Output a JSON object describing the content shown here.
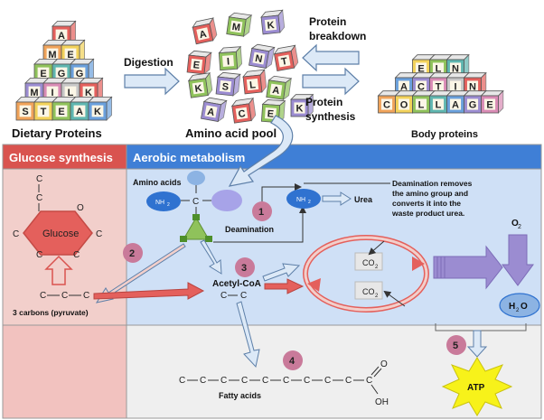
{
  "top": {
    "dietary_label": "Dietary Proteins",
    "pool_label": "Amino acid pool",
    "body_label": "Body proteins",
    "digestion_label": "Digestion",
    "breakdown_label_1": "Protein",
    "breakdown_label_2": "breakdown",
    "synthesis_label_1": "Protein",
    "synthesis_label_2": "synthesis",
    "dietary_rows": [
      [
        "A"
      ],
      [
        "M",
        "E"
      ],
      [
        "E",
        "G",
        "G"
      ],
      [
        "M",
        "I",
        "L",
        "K"
      ],
      [
        "S",
        "T",
        "E",
        "A",
        "K"
      ]
    ],
    "pool_letters": [
      "A",
      "M",
      "K",
      "E",
      "I",
      "N",
      "T",
      "K",
      "S",
      "L",
      "A",
      "A",
      "C",
      "E",
      "K"
    ],
    "body_rows": [
      [
        "E",
        "L",
        "N"
      ],
      [
        "A",
        "C",
        "T",
        "I",
        "N"
      ],
      [
        "C",
        "O",
        "L",
        "L",
        "A",
        "G",
        "E"
      ]
    ]
  },
  "glucose": {
    "header": "Glucose synthesis",
    "name": "Glucose",
    "atoms": [
      "C",
      "C",
      "C",
      "C",
      "C",
      "C",
      "C",
      "O"
    ],
    "pyruvate_atoms": [
      "C",
      "C",
      "C"
    ],
    "pyruvate_label": "3 carbons (pyruvate)"
  },
  "aerobic": {
    "header": "Aerobic metabolism",
    "amino_acids_label": "Amino acids",
    "nh2": "NH",
    "nh2_sub": "2",
    "c_atom": "C",
    "deamination": "Deamination",
    "urea": "Urea",
    "note": [
      "Deamination removes",
      "the amino group and",
      "converts it into the",
      "waste product urea."
    ],
    "acetyl": "Acetyl-CoA",
    "acetyl_atoms": [
      "C",
      "C"
    ],
    "co2": "CO",
    "co2_sub": "2",
    "o2": "O",
    "o2_sub": "2",
    "h2o_h": "H",
    "h2o_o": "O",
    "h2o_sub": "2",
    "fatty_acids": "Fatty acids",
    "fatty_atoms": [
      "C",
      "C",
      "C",
      "C",
      "C",
      "C",
      "C",
      "C",
      "C",
      "C"
    ],
    "fatty_o": "O",
    "fatty_oh": "OH",
    "atp": "ATP",
    "steps": [
      "1",
      "2",
      "3",
      "4",
      "5"
    ]
  },
  "colors": {
    "glucose_header": "#d9534f",
    "glucose_panel": "#f2cfcb",
    "glucose_lower": "#f2c2bf",
    "aerobic_header": "#3f7fd6",
    "aerobic_panel": "#cfe0f6",
    "lower_panel": "#efefef",
    "step_circle": "#c97a9a",
    "process_arrow": "#9b8cd1",
    "atp_star": "#f7f21a"
  }
}
